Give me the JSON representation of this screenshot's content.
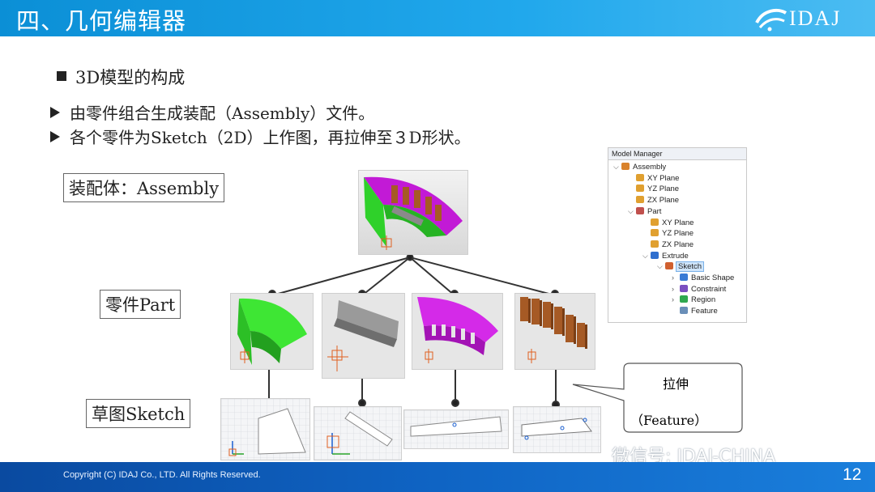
{
  "header": {
    "title": "四、几何编辑器",
    "logo_text": "IDAJ"
  },
  "content": {
    "heading": "3D模型的构成",
    "bullets": [
      "由零件组合生成装配（Assembly）文件。",
      "各个零件为Sketch（2D）上作图，再拉伸至３D形状。"
    ]
  },
  "labels": {
    "assembly": "装配体：Assembly",
    "part": "零件Part",
    "sketch": "草图Sketch"
  },
  "model_manager": {
    "title": "Model Manager",
    "items": [
      {
        "label": "Assembly",
        "level": 0,
        "expand": "⌵",
        "icon": "assembly-icon"
      },
      {
        "label": "XY Plane",
        "level": 1,
        "expand": "",
        "icon": "plane-icon"
      },
      {
        "label": "YZ Plane",
        "level": 1,
        "expand": "",
        "icon": "plane-icon"
      },
      {
        "label": "ZX Plane",
        "level": 1,
        "expand": "",
        "icon": "plane-icon"
      },
      {
        "label": "Part",
        "level": 1,
        "expand": "⌵",
        "icon": "part-icon"
      },
      {
        "label": "XY Plane",
        "level": 2,
        "expand": "",
        "icon": "plane-icon"
      },
      {
        "label": "YZ Plane",
        "level": 2,
        "expand": "",
        "icon": "plane-icon"
      },
      {
        "label": "ZX Plane",
        "level": 2,
        "expand": "",
        "icon": "plane-icon"
      },
      {
        "label": "Extrude",
        "level": 2,
        "expand": "⌵",
        "icon": "extrude-icon"
      },
      {
        "label": "Sketch",
        "level": 3,
        "expand": "⌵",
        "icon": "sketch-icon",
        "selected": true
      },
      {
        "label": "Basic Shape",
        "level": 4,
        "expand": "›",
        "icon": "basic-shape-icon"
      },
      {
        "label": "Constraint",
        "level": 4,
        "expand": "›",
        "icon": "constraint-icon"
      },
      {
        "label": "Region",
        "level": 4,
        "expand": "›",
        "icon": "region-icon"
      },
      {
        "label": "Feature",
        "level": 4,
        "expand": "",
        "icon": "feature-icon"
      }
    ]
  },
  "callout": {
    "line1": "拉伸",
    "line2": "（Feature）"
  },
  "footer": {
    "copyright": "Copyright (C)  IDAJ Co., LTD. All Rights Reserved.",
    "page": "12"
  },
  "watermark": "微信号: IDAJ-CHINA",
  "colors": {
    "header": "#1aa0e6",
    "footer": "#0f5fbf",
    "magenta": "#c21ad6",
    "green": "#2fd12a",
    "brown": "#a65a25"
  }
}
